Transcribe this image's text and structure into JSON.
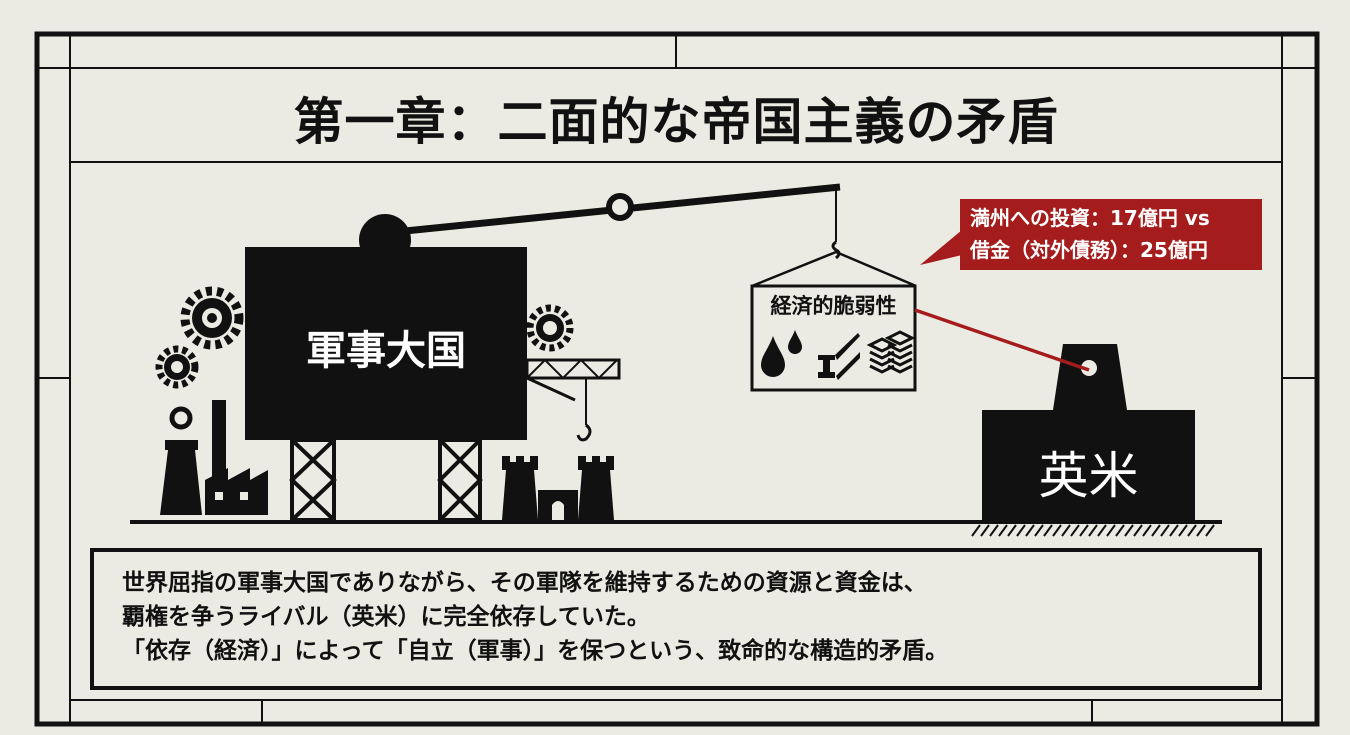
{
  "title": "第一章：二面的な帝国主義の矛盾",
  "military_power_label": "軍事大国",
  "anglo_american_label": "英米",
  "sign": {
    "title": "経済的脆弱性",
    "icons": [
      "oil-drop-icon",
      "steel-beam-icon",
      "stacked-resources-icon"
    ]
  },
  "callout": {
    "line1": "満州への投資：17億円 vs",
    "line2": "借金（対外債務）：25億円"
  },
  "summary": {
    "line1": "世界屈指の軍事大国でありながら、その軍隊を維持するための資源と資金は、",
    "line2": "覇権を争うライバル（英米）に完全依存していた。",
    "line3": "「依存（経済）」によって「自立（軍事）」を保つという、致命的な構造的矛盾。"
  },
  "colors": {
    "background": "#ecebe3",
    "ink": "#111111",
    "accent_red": "#a51c1c"
  }
}
